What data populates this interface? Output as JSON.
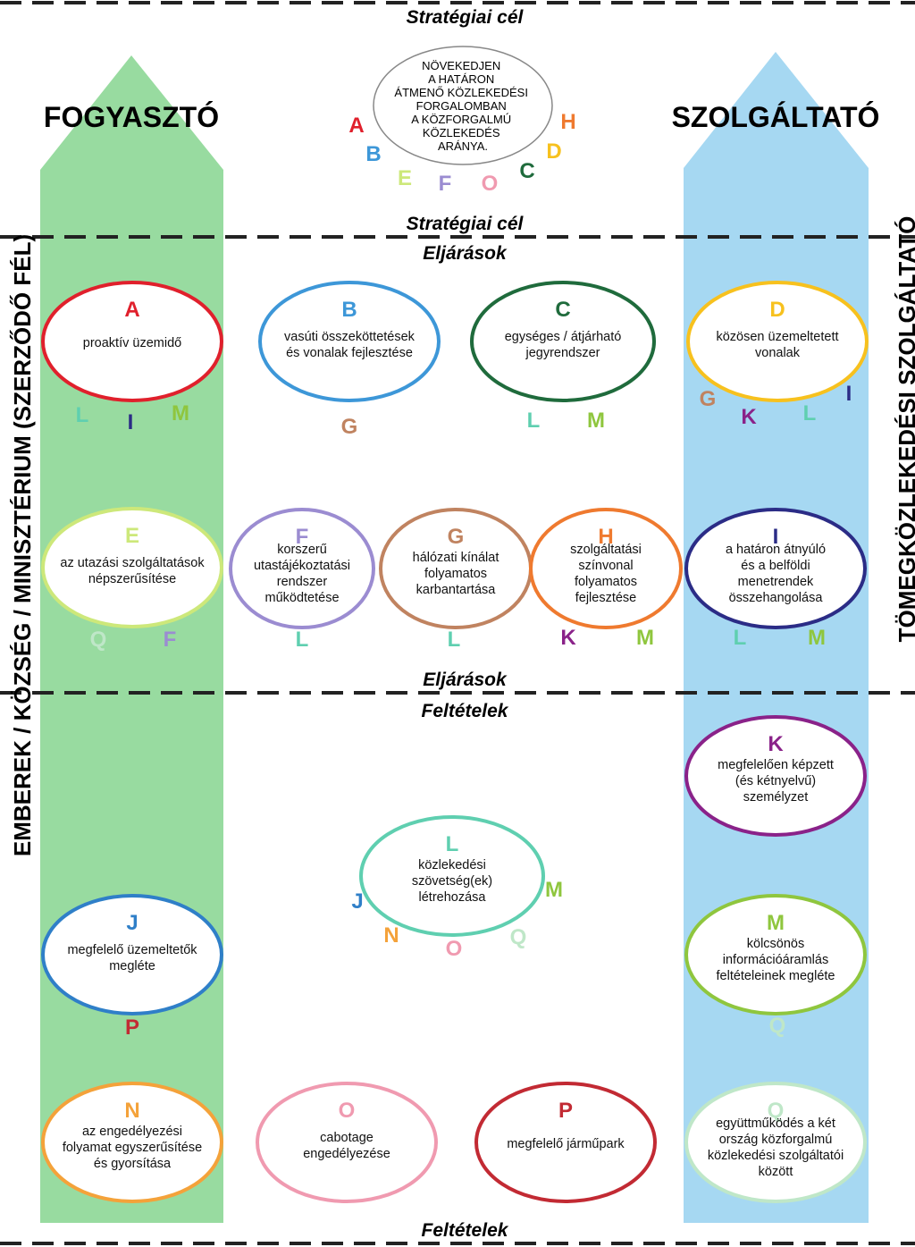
{
  "headers": {
    "left_title": "FOGYASZTÓ",
    "right_title": "SZOLGÁLTATÓ",
    "left_side": "EMBEREK / KÖZSÉG / MINISZTÉRIUM (SZERZŐDŐ FÉL)",
    "right_side": "TÖMEGKÖZLEKEDÉSI SZOLGÁLTATÓ"
  },
  "section_labels": {
    "strategic_goal": "Stratégiai cél",
    "procedures": "Eljárások",
    "conditions": "Feltételek"
  },
  "goal": {
    "lines": [
      "NÖVEKEDJEN",
      "A HATÁRON",
      "ÁTMENŐ KÖZLEKEDÉSI",
      "FORGALOMBAN",
      "A KÖZFORGALMÚ",
      "KÖZLEKEDÉS",
      "ARÁNYA."
    ],
    "links": [
      "A",
      "B",
      "E",
      "F",
      "O",
      "C",
      "D",
      "H"
    ]
  },
  "colors": {
    "left_arrow": "#98dba0",
    "right_arrow": "#a6d8f2",
    "A": "#e0202c",
    "B": "#3d97d8",
    "C": "#1f6b3c",
    "D": "#f7c11e",
    "E": "#cde87a",
    "F": "#9b8cd1",
    "G": "#c08360",
    "H": "#ef7a2f",
    "I": "#2b2c86",
    "J": "#2f7fc8",
    "K": "#8a2289",
    "L": "#5fcfb0",
    "M": "#8fc63e",
    "N": "#f4a23a",
    "O": "#f09ab0",
    "P": "#c22a33",
    "Q": "#bfe7c8"
  },
  "nodes": [
    {
      "id": "A",
      "lines": [
        "proaktív üzemidő"
      ],
      "links": [
        "L",
        "I",
        "M"
      ]
    },
    {
      "id": "B",
      "lines": [
        "vasúti összeköttetések",
        "és vonalak fejlesztése"
      ],
      "links": [
        "G"
      ]
    },
    {
      "id": "C",
      "lines": [
        "egységes / átjárható",
        "jegyrendszer"
      ],
      "links": [
        "L",
        "M"
      ]
    },
    {
      "id": "D",
      "lines": [
        "közösen üzemeltetett",
        "vonalak"
      ],
      "links": [
        "G",
        "K",
        "L",
        "I"
      ]
    },
    {
      "id": "E",
      "lines": [
        "az utazási szolgáltatások",
        "népszerűsítése"
      ],
      "links": [
        "Q",
        "F"
      ]
    },
    {
      "id": "F",
      "lines": [
        "korszerű",
        "utastájékoztatási",
        "rendszer",
        "működtetése"
      ],
      "links": [
        "L"
      ]
    },
    {
      "id": "G",
      "lines": [
        "hálózati kínálat",
        "folyamatos",
        "karbantartása"
      ],
      "links": [
        "L"
      ]
    },
    {
      "id": "H",
      "lines": [
        "szolgáltatási",
        "színvonal",
        "folyamatos",
        "fejlesztése"
      ],
      "links": [
        "K",
        "M"
      ]
    },
    {
      "id": "I",
      "lines": [
        "a határon átnyúló",
        "és a belföldi",
        "menetrendek",
        "összehangolása"
      ],
      "links": [
        "L",
        "M"
      ]
    },
    {
      "id": "K",
      "lines": [
        "megfelelően képzett",
        "(és kétnyelvű)",
        "személyzet"
      ],
      "links": []
    },
    {
      "id": "L",
      "lines": [
        "közlekedési",
        "szövetség(ek)",
        "létrehozása"
      ],
      "links": [
        "J",
        "N",
        "O",
        "Q",
        "M"
      ]
    },
    {
      "id": "J",
      "lines": [
        "megfelelő üzemeltetők",
        "megléte"
      ],
      "links": [
        "P"
      ]
    },
    {
      "id": "M",
      "lines": [
        "kölcsönös",
        "információáramlás",
        "feltételeinek megléte"
      ],
      "links": [
        "Q"
      ]
    },
    {
      "id": "N",
      "lines": [
        "az engedélyezési",
        "folyamat egyszerűsítése",
        "és gyorsítása"
      ],
      "links": []
    },
    {
      "id": "O",
      "lines": [
        "cabotage",
        "engedélyezése"
      ],
      "links": []
    },
    {
      "id": "P",
      "lines": [
        "megfelelő járműpark"
      ],
      "links": []
    },
    {
      "id": "Q",
      "lines": [
        "együttműködés a két",
        "ország közforgalmú",
        "közlekedési szolgáltatói",
        "között"
      ],
      "links": []
    }
  ]
}
